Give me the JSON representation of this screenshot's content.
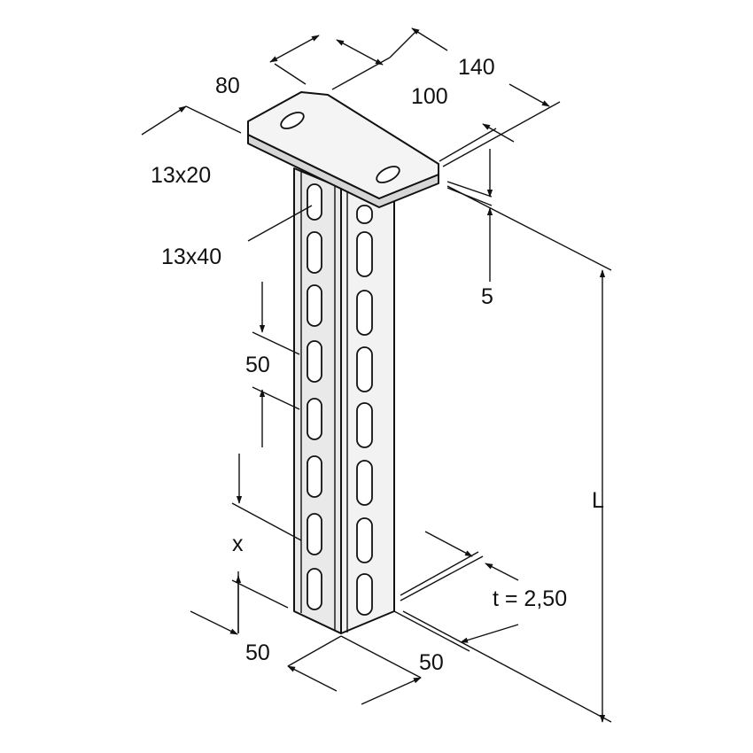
{
  "colors": {
    "line": "#111111",
    "metal": "#ececec",
    "metal_shade": "#d4d4d4",
    "background": "#ffffff"
  },
  "dimensions": {
    "plate_width": "80",
    "plate_length_inner": "100",
    "plate_length_outer": "140",
    "top_hole": "13x20",
    "profile_slot": "13x40",
    "plate_thickness": "5",
    "slot_pitch": "50",
    "first_slot_offset": "x",
    "length": "L",
    "wall_thickness": "t = 2,50",
    "profile_width_left": "50",
    "profile_width_right": "50"
  }
}
